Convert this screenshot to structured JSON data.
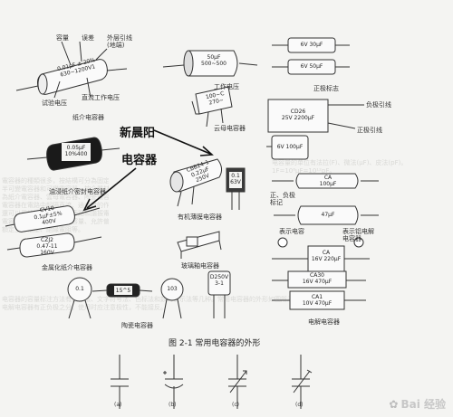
{
  "left_group": {
    "cap_mark": "0.01μF ± 20%\n630~1200V1",
    "label_capacity": "容量",
    "label_error": "误差",
    "label_lead": "外层引线\n(地端)",
    "label_test_voltage": "试验电压",
    "label_dc_voltage": "直流工作电压",
    "title_paper": "纸介电容器",
    "black_cap_mark": "0.05μF\n10%400",
    "title_oil_paper": "油浸纸介密封电容器",
    "cv_mark": "CV10\n0.1μF±5%\n400V",
    "cz_mark": "CZJ2\n0.47-11\n160V",
    "title_metal_paper": "金属化纸介电容器"
  },
  "annotation": {
    "brand": "新晨阳",
    "subject": "电容器"
  },
  "center_group": {
    "cyl_top_mark": "50μF\n500~500",
    "label_working_voltage": "工作电压",
    "mica_mark": "100~C\n270~",
    "title_mica": "云母电容器",
    "film_mark": "CBB24-1\n0.22μF\n250V",
    "box_mark": "0.1\n63V",
    "title_organic_film": "有机薄膜电容器",
    "title_glass_glaze": "玻璃釉电容器",
    "disc_left_mark": "0.1",
    "tube_mark": "15^5",
    "disc_mid_mark": "103",
    "dip_mark": "D250V\n3-1",
    "title_ceramic": "陶瓷电容器"
  },
  "right_group": {
    "top_mark_1": "6V 30μF",
    "top_mark_2": "6V 50μF",
    "label_positive": "正极标志",
    "cd_mark": "CD26\n25V 2200μF",
    "label_negative_lead": "负极引线",
    "label_positive_lead": "正极引线",
    "small_cap_mark": "6V 100μF",
    "ax1_mark": "CA\n100μF",
    "ax2_mark": "47μF",
    "label_pos_neg": "正、负极\n标记",
    "label_capacity_2": "表示电容",
    "label_electrolytic_mark": "表示铝电解\n电容器",
    "ca_mark": "CA\n16V 220μF",
    "ca30_mark": "CA30\n16V 470μF",
    "cai_mark": "CA1\n10V 470μF",
    "title_electrolytic": "电解电容器"
  },
  "figure": {
    "caption": "图 2-1   常用电容器的外形",
    "sym_a": "(a)",
    "sym_b": "(b)",
    "sym_c": "(c)",
    "sym_d": "(d)"
  },
  "watermark": {
    "text": "Bai 经验"
  }
}
